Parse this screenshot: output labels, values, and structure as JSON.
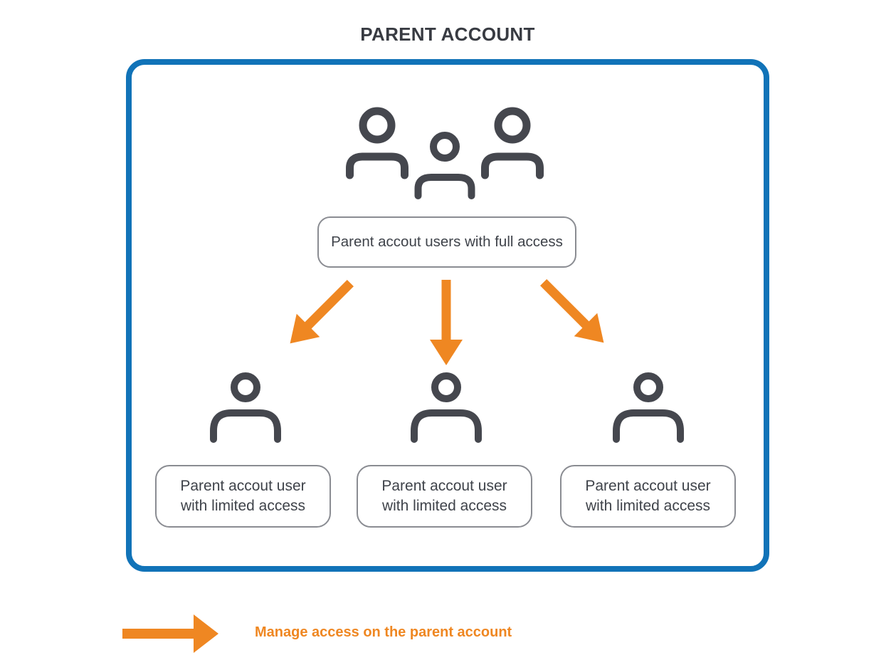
{
  "title": "PARENT ACCOUNT",
  "container": {
    "full_access_label": "Parent accout users with full access",
    "limited_users": [
      {
        "line1": "Parent accout user",
        "line2": "with limited access"
      },
      {
        "line1": "Parent accout user",
        "line2": "with limited access"
      },
      {
        "line1": "Parent accout user",
        "line2": "with limited access"
      }
    ]
  },
  "legend": {
    "label": "Manage access on the parent account"
  },
  "icons": {
    "group": "users-group-icon",
    "person": "person-icon",
    "manage_arrow": "arrow-icon"
  },
  "colors": {
    "border_blue": "#1173B8",
    "arrow_orange": "#EF8722",
    "icon_dark": "#45474E",
    "box_border_gray": "#8A8C92",
    "text_dark": "#3F434A"
  }
}
